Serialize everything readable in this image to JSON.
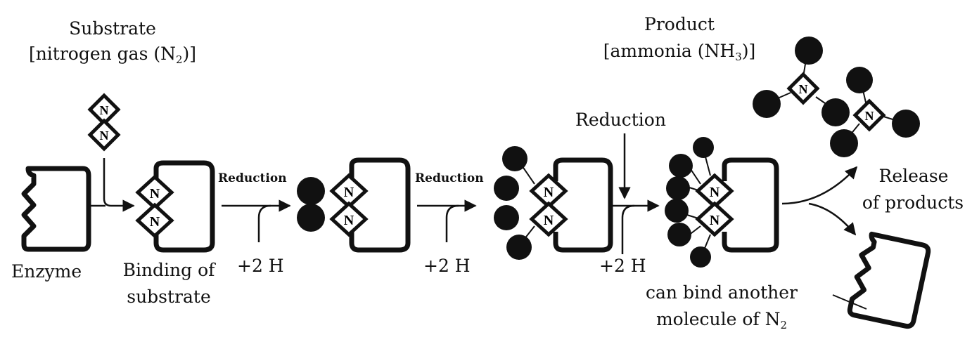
{
  "substrate": {
    "title": "Substrate",
    "formula_prefix": "[nitrogen gas (N",
    "sub": "2",
    "formula_suffix": ")]"
  },
  "product": {
    "title": "Product",
    "formula_prefix": "[ammonia (NH",
    "sub": "3",
    "formula_suffix": ")]"
  },
  "steps": {
    "enzyme": "Enzyme",
    "binding_line1": "Binding of",
    "binding_line2": "substrate",
    "reduction_1": "Reduction",
    "reduction_2": "Reduction",
    "reduction_3": "Reduction",
    "plus_h_1": "+2 H",
    "plus_h_2": "+2 H",
    "plus_h_3": "+2 H",
    "release_line1": "Release",
    "release_line2": "of products",
    "rebind_line1": "can bind another",
    "rebind_prefix": "molecule of N",
    "rebind_sub": "2"
  },
  "atom_letter": "N"
}
